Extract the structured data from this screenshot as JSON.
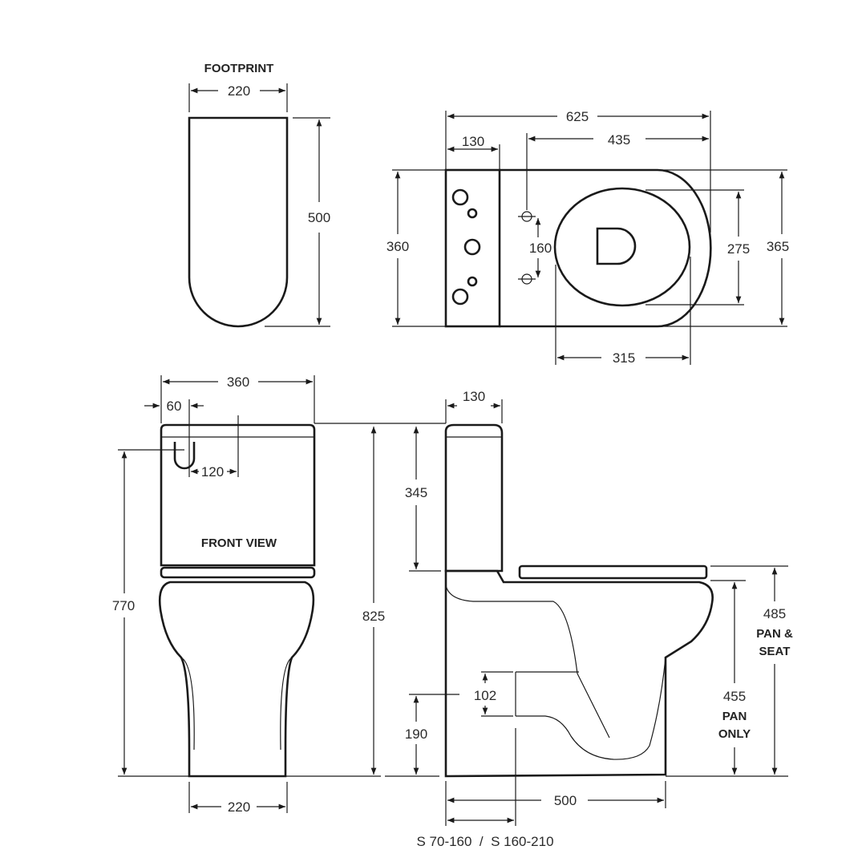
{
  "footprint": {
    "title": "FOOTPRINT",
    "width": "220",
    "depth": "500"
  },
  "plan_view": {
    "overall_length": "625",
    "cistern_depth": "130",
    "fixing_to_front": "435",
    "cistern_width": "360",
    "pan_width": "365",
    "seat_width": "275",
    "fixing_spacing": "160",
    "seat_length": "315"
  },
  "front_view": {
    "title": "FRONT VIEW",
    "cistern_width": "360",
    "inlet_offset": "60",
    "inlet_spacing": "120",
    "inlet_height": "770",
    "overall_height": "825",
    "base_width": "220"
  },
  "side_view": {
    "cistern_depth": "130",
    "cistern_height": "345",
    "height_pan_seat": "485",
    "pan_seat_label_1": "PAN &",
    "pan_seat_label_2": "SEAT",
    "height_pan_only": "455",
    "pan_only_label_1": "PAN",
    "pan_only_label_2": "ONLY",
    "outlet_diameter": "102",
    "outlet_height": "190",
    "base_length": "500",
    "set_out": "S 70-160  /  S 160-210"
  }
}
